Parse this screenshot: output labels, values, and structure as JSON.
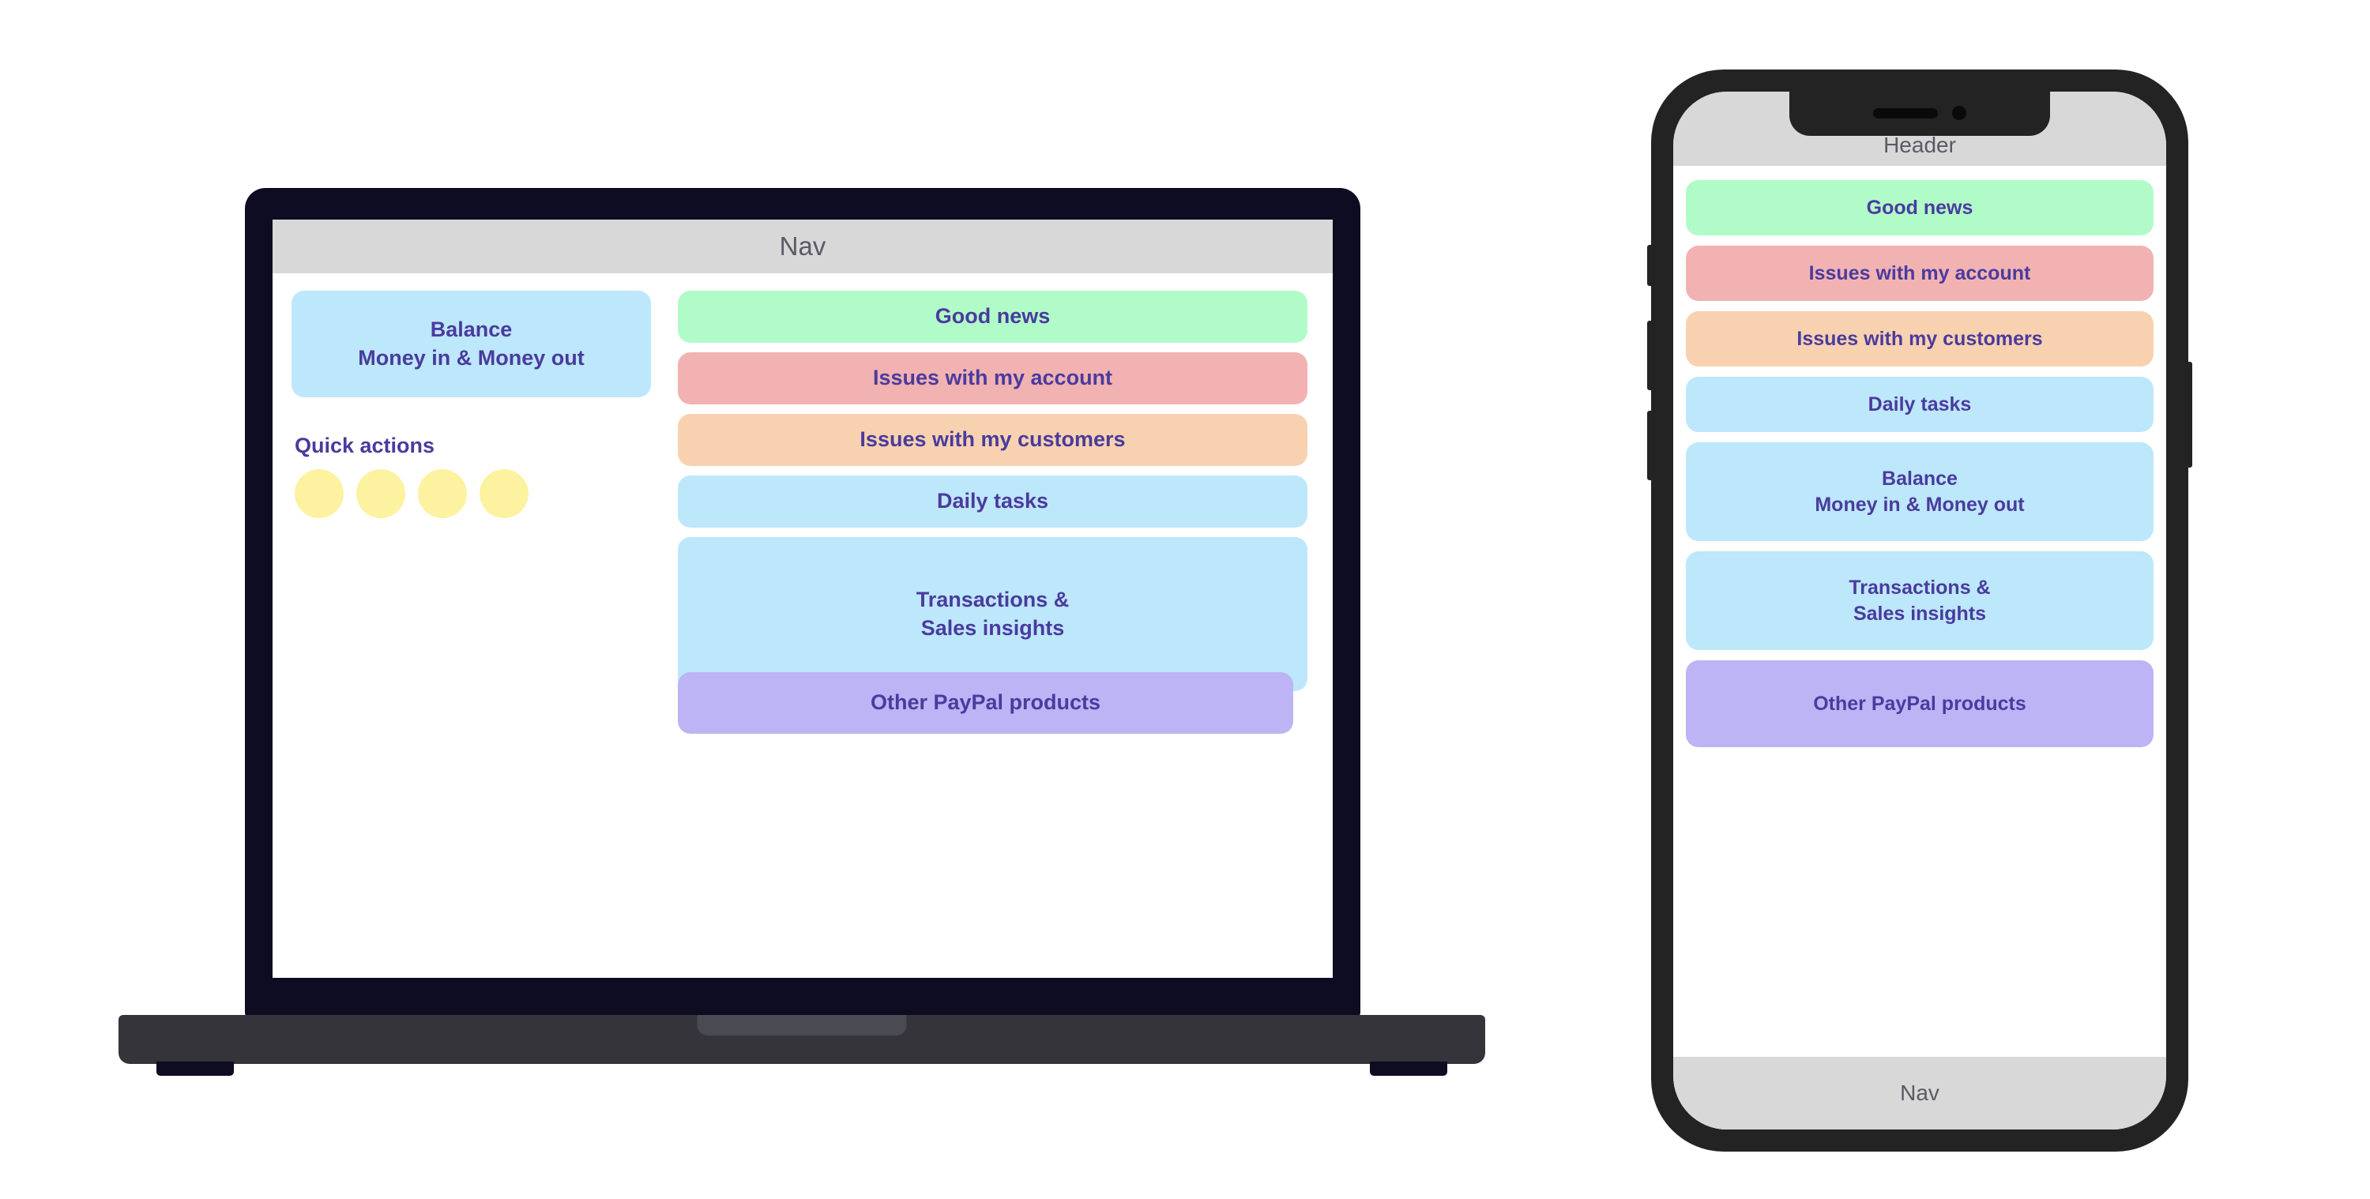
{
  "palette": {
    "green": "#b1fbc8",
    "red": "#f2b2b2",
    "peach": "#f8d2b0",
    "blue": "#bde7fb",
    "purple": "#bcb4f5",
    "yellow": "#fcf2a0",
    "text_indigo": "#4a3b9e",
    "chrome_gray": "#d8d8d8",
    "device_dark": "#0d0c22",
    "phone_frame": "#232323"
  },
  "laptop": {
    "nav_label": "Nav",
    "left_column": {
      "balance_card": {
        "title": "Balance",
        "subtitle": "Money in & Money out"
      },
      "quick_actions_title": "Quick actions",
      "quick_action_dots": [
        "",
        "",
        "",
        ""
      ]
    },
    "cards": [
      {
        "label": "Good news"
      },
      {
        "label": "Issues with my account"
      },
      {
        "label": "Issues with my customers"
      },
      {
        "label": "Daily tasks"
      },
      {
        "line1": "Transactions &",
        "line2": "Sales insights"
      },
      {
        "label": "Other PayPal products"
      }
    ]
  },
  "phone": {
    "header_label": "Header",
    "nav_label": "Nav",
    "cards": [
      {
        "label": "Good news"
      },
      {
        "label": "Issues with my account"
      },
      {
        "label": "Issues with my customers"
      },
      {
        "label": "Daily tasks"
      },
      {
        "line1": "Balance",
        "line2": "Money in & Money out"
      },
      {
        "line1": "Transactions &",
        "line2": "Sales insights"
      },
      {
        "label": "Other PayPal products"
      }
    ]
  }
}
